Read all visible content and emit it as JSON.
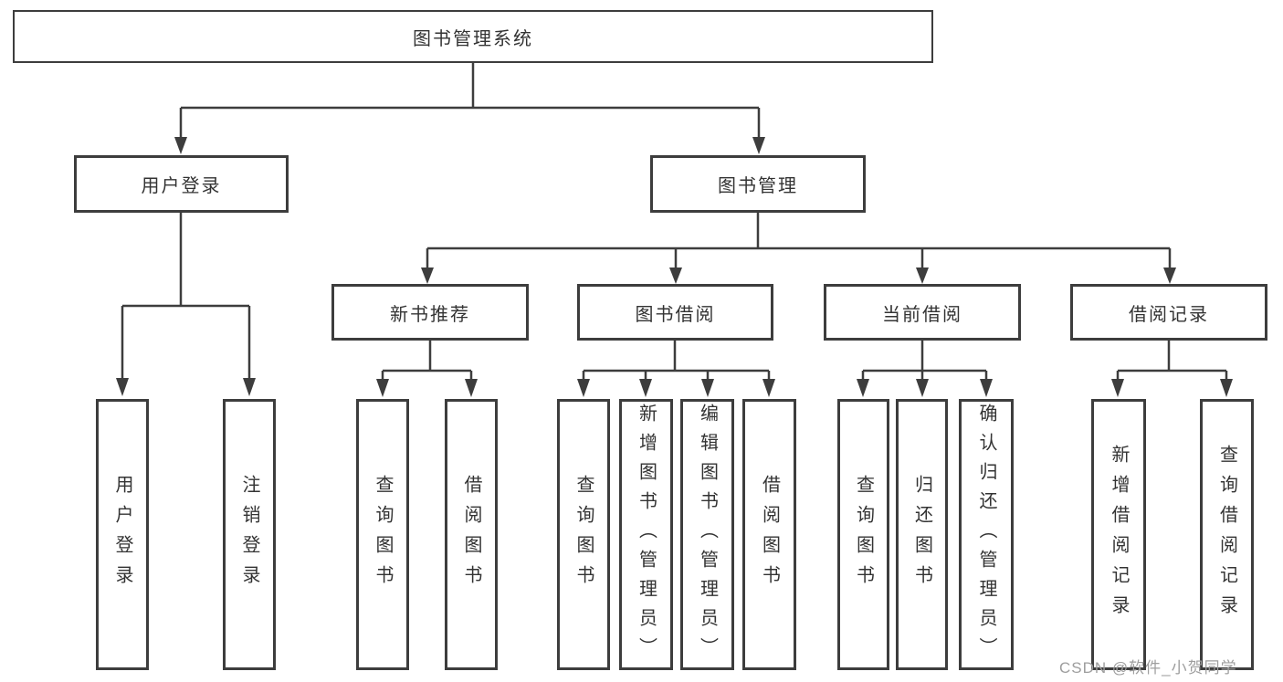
{
  "colors": {
    "line": "#3d3d3d",
    "text": "#333333",
    "watermark": "#9e9e9e",
    "background": "#ffffff"
  },
  "watermark": "CSDN @软件_小贺同学",
  "tree": {
    "root": {
      "label": "图书管理系统",
      "children": [
        {
          "label": "用户登录",
          "children": [
            {
              "label": "用户登录"
            },
            {
              "label": "注销登录"
            }
          ]
        },
        {
          "label": "图书管理",
          "children": [
            {
              "label": "新书推荐",
              "children": [
                {
                  "label": "查询图书"
                },
                {
                  "label": "借阅图书"
                }
              ]
            },
            {
              "label": "图书借阅",
              "children": [
                {
                  "label": "查询图书"
                },
                {
                  "label": "新增图书（管理员）"
                },
                {
                  "label": "编辑图书（管理员）"
                },
                {
                  "label": "借阅图书"
                }
              ]
            },
            {
              "label": "当前借阅",
              "children": [
                {
                  "label": "查询图书"
                },
                {
                  "label": "归还图书"
                },
                {
                  "label": "确认归还（管理员）"
                }
              ]
            },
            {
              "label": "借阅记录",
              "children": [
                {
                  "label": "新增借阅记录"
                },
                {
                  "label": "查询借阅记录"
                }
              ]
            }
          ]
        }
      ]
    }
  }
}
